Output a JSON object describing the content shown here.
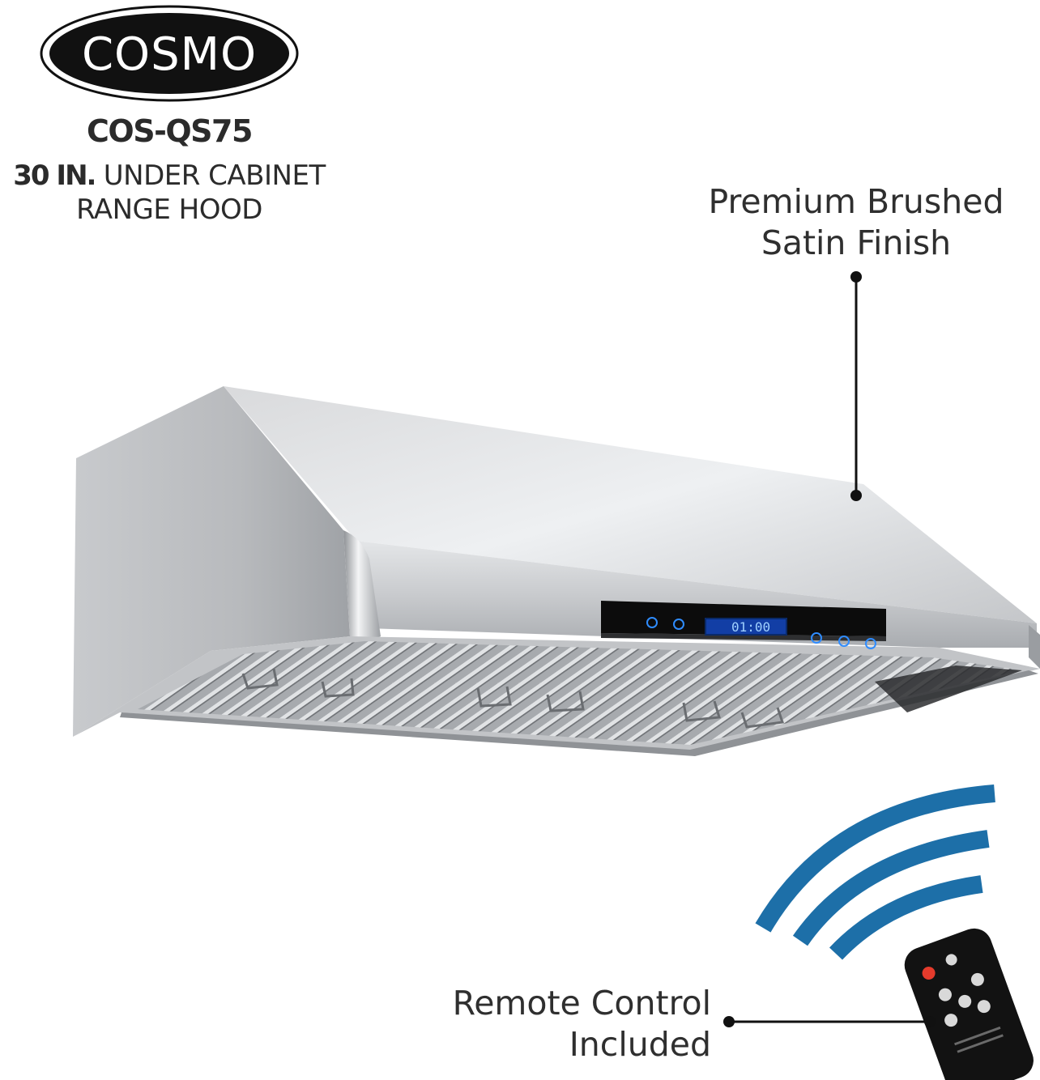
{
  "brand": {
    "logo_text": "COSMO"
  },
  "product": {
    "model": "COS-QS75",
    "size": "30 IN.",
    "type_line1": "UNDER CABINET",
    "type_line2": "RANGE HOOD"
  },
  "display": {
    "time": "01:00"
  },
  "callouts": {
    "finish_line1": "Premium Brushed",
    "finish_line2": "Satin Finish",
    "remote_line1": "Remote Control",
    "remote_line2": "Included"
  },
  "colors": {
    "wave_blue": "#1d6fa8",
    "display_blue": "#2f8cff",
    "remote_red": "#e53b2c",
    "panel_black": "#0c0c0c"
  },
  "icons": [
    "wireless-signal-icon",
    "power-icon",
    "plus-icon",
    "minus-icon",
    "fan-icon",
    "light-icon",
    "timer-icon"
  ]
}
